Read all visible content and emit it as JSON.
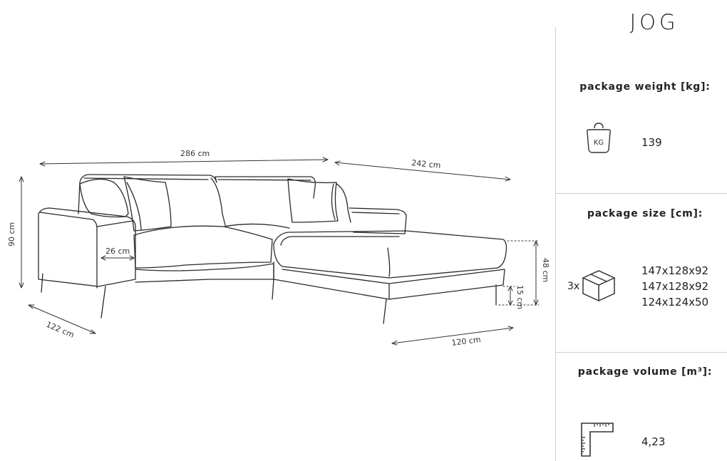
{
  "title": "JOG",
  "dimensions": {
    "total_width": "286 cm",
    "chaise_length": "242 cm",
    "height": "90 cm",
    "depth": "122 cm",
    "armrest_width": "26 cm",
    "seat_height": "48 cm",
    "leg_height": "15 cm",
    "chaise_depth": "120 cm"
  },
  "weight": {
    "label": "package weight [kg]:",
    "icon_text": "KG",
    "value": "139"
  },
  "size": {
    "label": "package size [cm]:",
    "prefix": "3x",
    "values": [
      "147x128x92",
      "147x128x92",
      "124x124x50"
    ]
  },
  "volume": {
    "label": "package volume [m³]:",
    "value": "4,23"
  }
}
